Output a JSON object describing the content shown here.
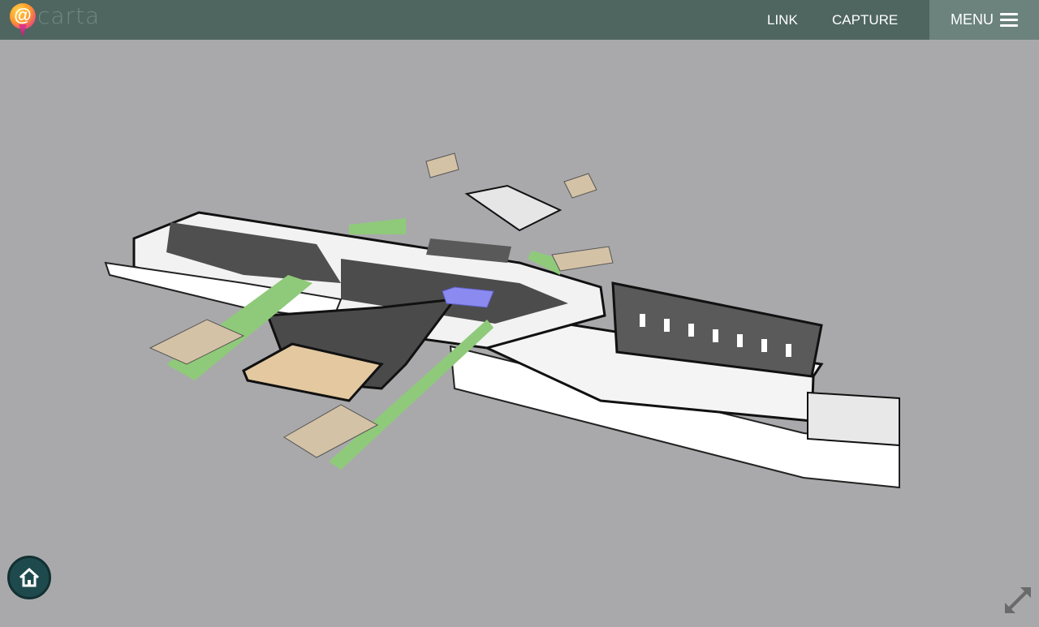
{
  "app": {
    "logo_text": "carta",
    "logo_symbol": "@"
  },
  "header": {
    "link_label": "LINK",
    "capture_label": "CAPTURE",
    "menu_label": "MENU"
  },
  "controls": {
    "home_icon": "home-icon",
    "expand_icon": "expand-icon"
  },
  "colors": {
    "topbar": "#4f6560",
    "menu_bg": "#6b827d",
    "background": "#a9a9ab",
    "home_button": "#1f4a4d",
    "highlight_room": "#8a8af0",
    "walkway_green": "#8fca7a"
  }
}
